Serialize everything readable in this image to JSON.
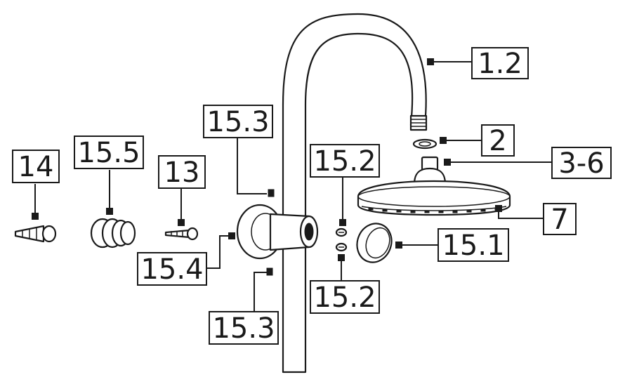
{
  "labels": {
    "l_1_2": "1.2",
    "l_2": "2",
    "l_3_6": "3-6",
    "l_7": "7",
    "l_15_1": "15.1",
    "l_15_2_top": "15.2",
    "l_15_2_bottom": "15.2",
    "l_15_3_top": "15.3",
    "l_15_3_bottom": "15.3",
    "l_15_4": "15.4",
    "l_15_5": "15.5",
    "l_13": "13",
    "l_14": "14"
  }
}
